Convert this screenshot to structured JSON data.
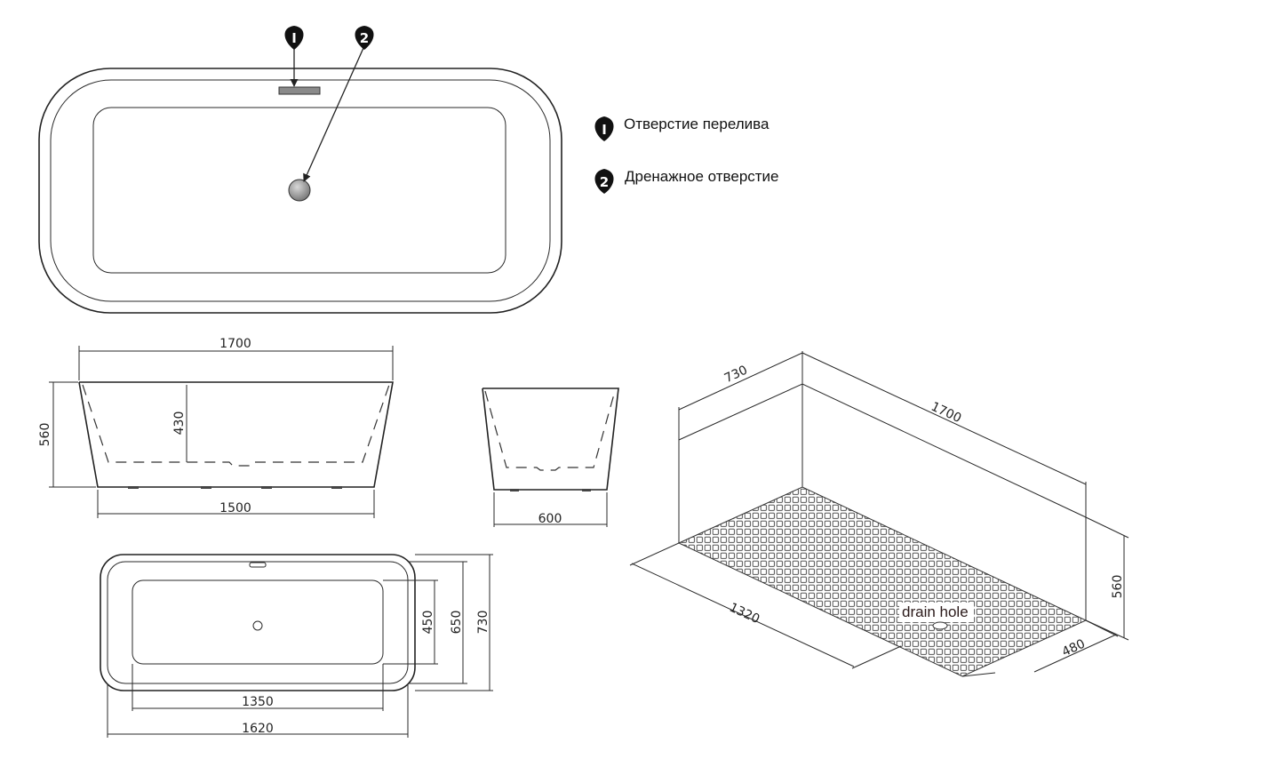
{
  "markers": [
    {
      "id": "1",
      "symbol": "I"
    },
    {
      "id": "2",
      "symbol": "2"
    }
  ],
  "legend": [
    {
      "symbol": "I",
      "text": "Отверстие перелива"
    },
    {
      "symbol": "2",
      "text": "Дренажное отверстие"
    }
  ],
  "front_view": {
    "top_width": "1700",
    "bottom_width": "1500",
    "height": "560",
    "inner_depth": "430"
  },
  "side_view": {
    "width": "600"
  },
  "plan_view": {
    "inner_length": "1350",
    "outer_length": "1620",
    "inner_width": "450",
    "mid_width": "650",
    "outer_width": "730"
  },
  "box_view": {
    "depth": "730",
    "length": "1700",
    "height": "560",
    "base_length": "1320",
    "base_depth": "480",
    "drain_label": "drain hole"
  }
}
